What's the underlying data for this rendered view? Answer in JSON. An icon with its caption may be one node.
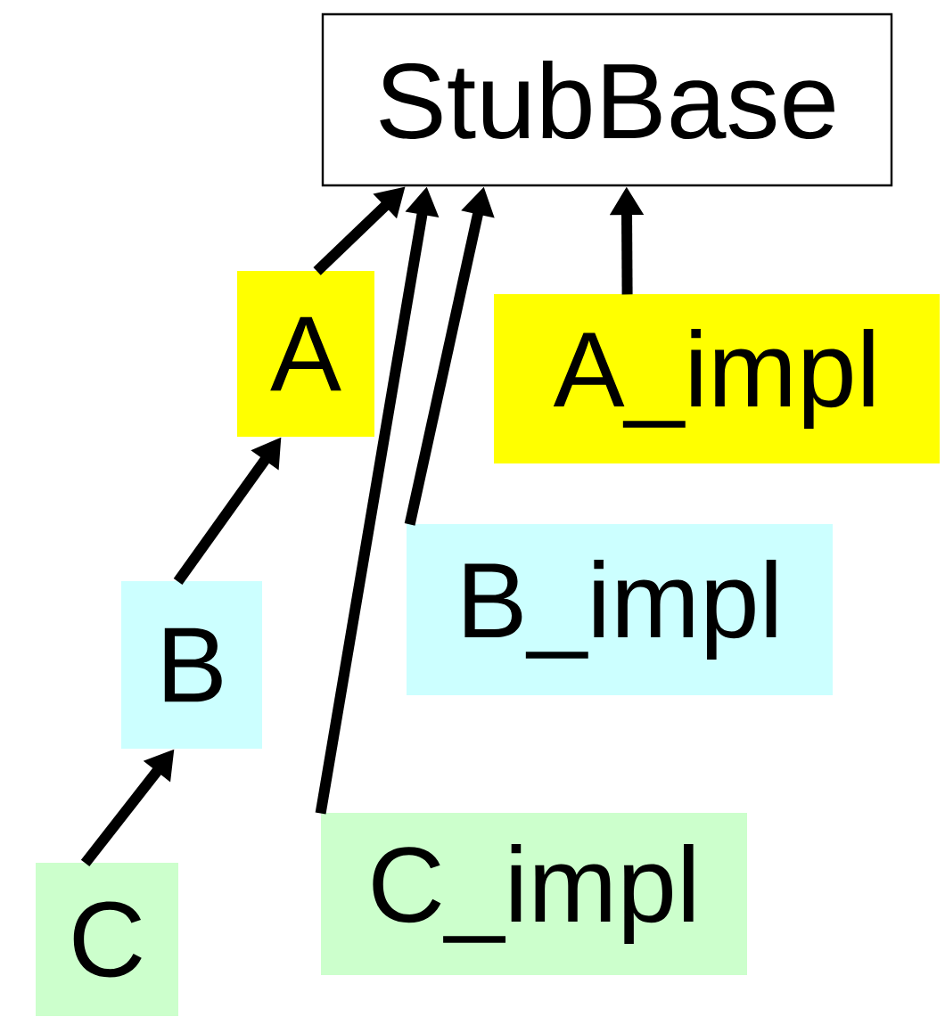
{
  "diagram": {
    "nodes": [
      {
        "text": [
          "StubBase"
        ]
      },
      {
        "text": [
          "A"
        ]
      },
      {
        "text": [
          "A_impl"
        ]
      },
      {
        "text": [
          "B"
        ]
      },
      {
        "text": [
          "B_impl"
        ]
      },
      {
        "text": [
          "C"
        ]
      },
      {
        "text": [
          "C_impl"
        ]
      }
    ],
    "edges": [
      {
        "from": 1,
        "to": 0,
        "arrow": "to"
      },
      {
        "from": 2,
        "to": 0,
        "arrow": "to"
      },
      {
        "from": 3,
        "to": 1,
        "arrow": "to"
      },
      {
        "from": 5,
        "to": 3,
        "arrow": "to"
      },
      {
        "from": 4,
        "to": 0,
        "arrow": "to"
      },
      {
        "from": 6,
        "to": 0,
        "arrow": "to"
      }
    ]
  }
}
